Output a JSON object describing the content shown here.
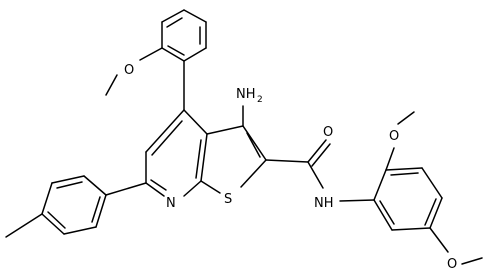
{
  "structure": {
    "description_labels": {
      "amine_label": "NH",
      "amine_sub": "2",
      "amide_oxygen": "O",
      "amide_nh": "NH",
      "pyridine_n": "N",
      "thiophene_s": "S",
      "methoxy_top_ring": "O",
      "methoxy_right_top": "O",
      "methoxy_right_bottom": "O"
    }
  }
}
